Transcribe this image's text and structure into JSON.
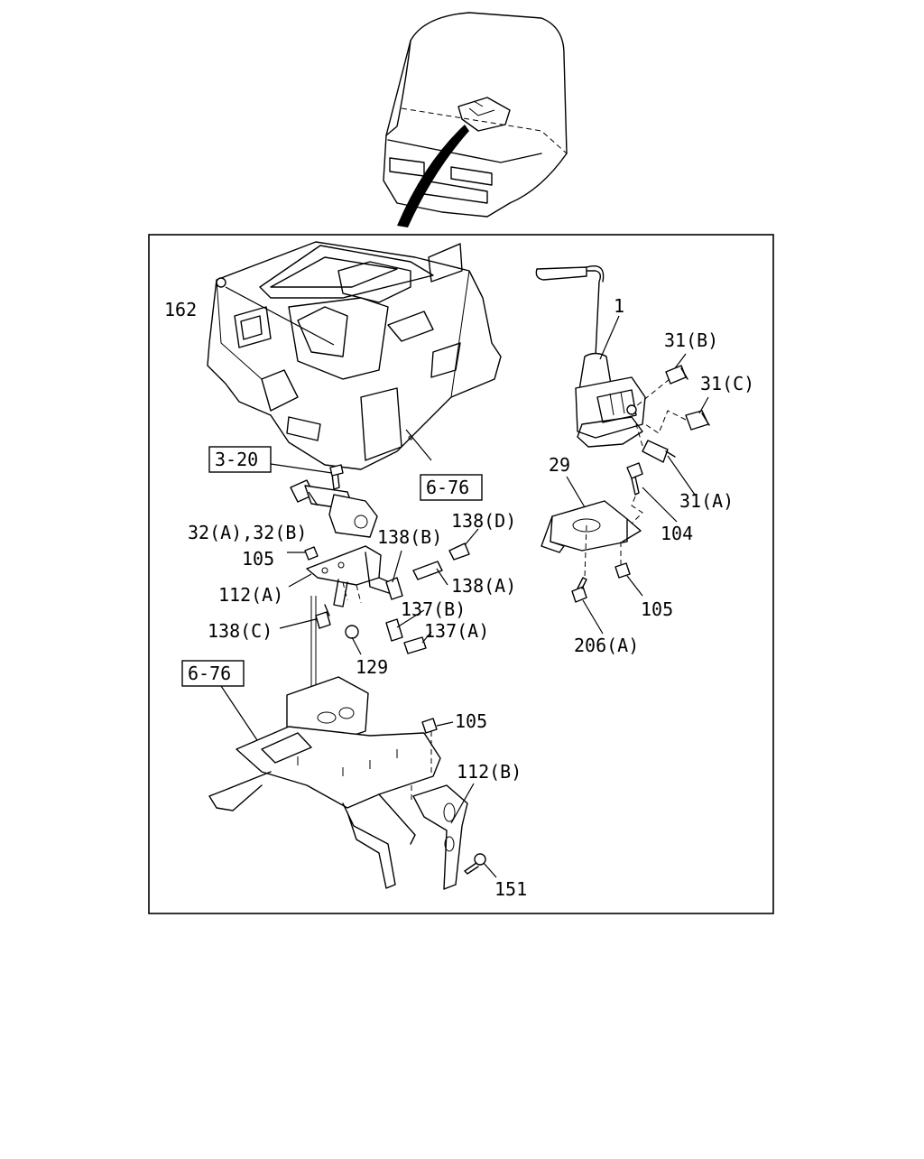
{
  "labels": {
    "l162": "162",
    "l1": "1",
    "l31b": "31(B)",
    "l31c": "31(C)",
    "l31a": "31(A)",
    "l29": "29",
    "l104": "104",
    "l105_r": "105",
    "l206a": "206(A)",
    "l3_20": "3-20",
    "l6_76_top": "6-76",
    "l32": "32(A),32(B)",
    "l105_l": "105",
    "l112a": "112(A)",
    "l138b": "138(B)",
    "l138d": "138(D)",
    "l138a": "138(A)",
    "l138c": "138(C)",
    "l137b": "137(B)",
    "l137a": "137(A)",
    "l129": "129",
    "l6_76_bot": "6-76",
    "l105_b": "105",
    "l112b": "112(B)",
    "l151": "151"
  }
}
